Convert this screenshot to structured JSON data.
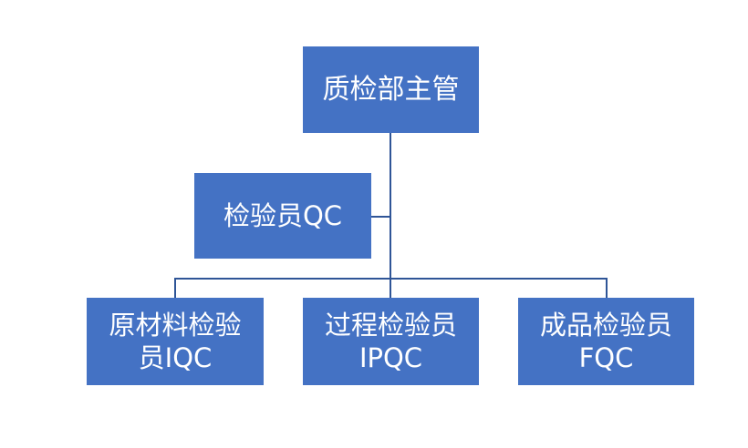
{
  "diagram": {
    "type": "org-chart",
    "colors": {
      "box": "#4472C4",
      "text": "#FFFFFF",
      "connector": "#2F5597",
      "background": "#FFFFFF"
    },
    "root": {
      "label": "质检部主管"
    },
    "assistant": {
      "label": "检验员QC"
    },
    "children": [
      {
        "line1": "原材料检验",
        "line2": "员IQC"
      },
      {
        "line1": "过程检验员",
        "line2": "IPQC"
      },
      {
        "line1": "成品检验员",
        "line2": "FQC"
      }
    ]
  }
}
